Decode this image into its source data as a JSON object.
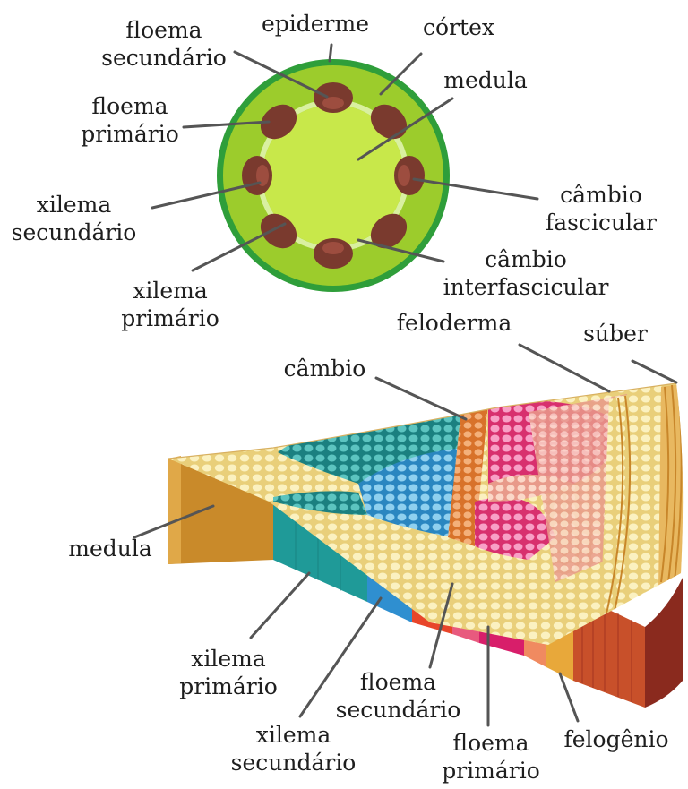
{
  "labels": {
    "epiderme": "epiderme",
    "floema_secundario_top": [
      "floema",
      "secundário"
    ],
    "cortex": "córtex",
    "medula_top": "medula",
    "floema_primario_top": [
      "floema",
      "primário"
    ],
    "xilema_secundario_top": [
      "xilema",
      "secundário"
    ],
    "cambio_fascicular": [
      "câmbio",
      "fascicular"
    ],
    "cambio_interfascicular": [
      "câmbio",
      "interfascicular"
    ],
    "xilema_primario_top": [
      "xilema",
      "primário"
    ],
    "feloderma": "feloderma",
    "suber": "súber",
    "cambio": "câmbio",
    "medula_bottom": "medula",
    "xilema_primario_bottom": [
      "xilema",
      "primário"
    ],
    "floema_secundario_bottom": [
      "floema",
      "secundário"
    ],
    "xilema_secundario_bottom": [
      "xilema",
      "secundário"
    ],
    "floema_primario_bottom": [
      "floema",
      "primário"
    ],
    "felogenio": "felogênio"
  },
  "colors": {
    "epidermis": "#2f9e3a",
    "cortex": "#9ccc2c",
    "pith": "#c8e84a",
    "cambium_ring": "#d9f0a0",
    "vascular_bundle": "#7a3a2e",
    "pith_block": "#c98a2a",
    "xylem_primary": "#1f9a98",
    "xylem_secondary": "#2f8fd0",
    "cambium": "#e8452a",
    "phloem": "#e8387a",
    "phellogen": "#e8a83a",
    "cork": "#c8862a",
    "leader": "#555555"
  }
}
